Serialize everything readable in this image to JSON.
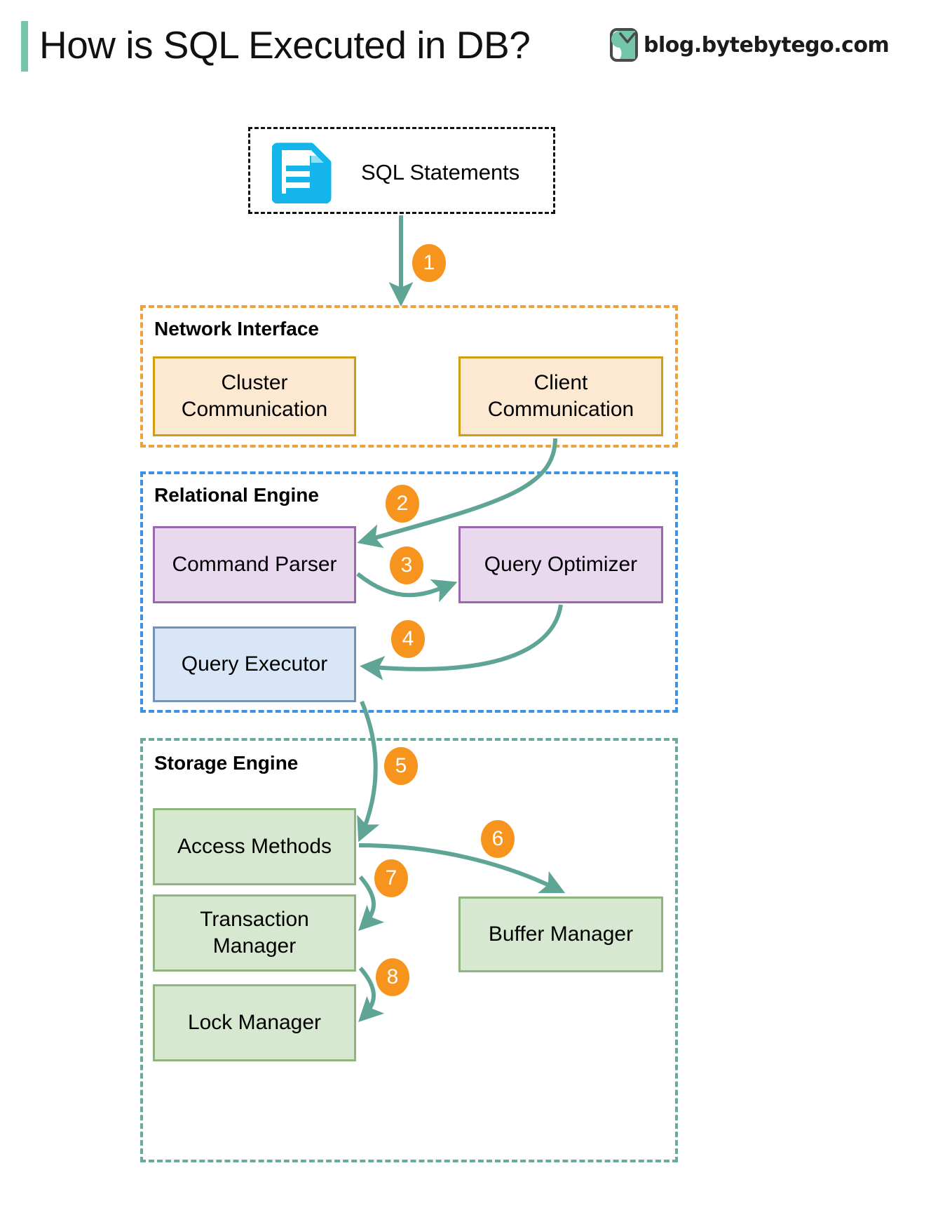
{
  "header": {
    "title": "How is SQL Executed in DB?",
    "brand_text": "blog.bytebytego.com",
    "brand_logo_icon": "bytebytego-logo-icon",
    "accent_color": "#73c6a8"
  },
  "source": {
    "label": "SQL Statements",
    "icon": "document-icon",
    "icon_color": "#13b5ea"
  },
  "groups": [
    {
      "id": "network-interface",
      "label": "Network Interface",
      "border_color": "#efa23c",
      "nodes": [
        {
          "id": "cluster-communication",
          "label": "Cluster\nCommunication",
          "fill": "#fde8d2",
          "stroke": "#d19d17"
        },
        {
          "id": "client-communication",
          "label": "Client\nCommunication",
          "fill": "#fde8d2",
          "stroke": "#d19d17"
        }
      ]
    },
    {
      "id": "relational-engine",
      "label": "Relational Engine",
      "border_color": "#3d92e8",
      "nodes": [
        {
          "id": "command-parser",
          "label": "Command Parser",
          "fill": "#e8d9ef",
          "stroke": "#9c68ad"
        },
        {
          "id": "query-optimizer",
          "label": "Query Optimizer",
          "fill": "#e8d9ef",
          "stroke": "#9c68ad"
        },
        {
          "id": "query-executor",
          "label": "Query Executor",
          "fill": "#d9e6f7",
          "stroke": "#7491b8"
        }
      ]
    },
    {
      "id": "storage-engine",
      "label": "Storage Engine",
      "border_color": "#6aa99e",
      "nodes": [
        {
          "id": "access-methods",
          "label": "Access Methods",
          "fill": "#d7e8d0",
          "stroke": "#8eb57c"
        },
        {
          "id": "transaction-manager",
          "label": "Transaction\nManager",
          "fill": "#d7e8d0",
          "stroke": "#8eb57c"
        },
        {
          "id": "lock-manager",
          "label": "Lock Manager",
          "fill": "#d7e8d0",
          "stroke": "#8eb57c"
        },
        {
          "id": "buffer-manager",
          "label": "Buffer Manager",
          "fill": "#d7e8d0",
          "stroke": "#8eb57c"
        }
      ]
    }
  ],
  "steps": [
    {
      "number": "1",
      "from": "sql-statements",
      "to": "network-interface"
    },
    {
      "number": "2",
      "from": "client-communication",
      "to": "command-parser"
    },
    {
      "number": "3",
      "from": "command-parser",
      "to": "query-optimizer"
    },
    {
      "number": "4",
      "from": "query-optimizer",
      "to": "query-executor"
    },
    {
      "number": "5",
      "from": "query-executor",
      "to": "access-methods"
    },
    {
      "number": "6",
      "from": "access-methods",
      "to": "buffer-manager"
    },
    {
      "number": "7",
      "from": "access-methods",
      "to": "transaction-manager"
    },
    {
      "number": "8",
      "from": "transaction-manager",
      "to": "lock-manager"
    }
  ],
  "colors": {
    "arrow": "#5fa596",
    "badge": "#f7941e",
    "badge_text": "#ffffff"
  }
}
